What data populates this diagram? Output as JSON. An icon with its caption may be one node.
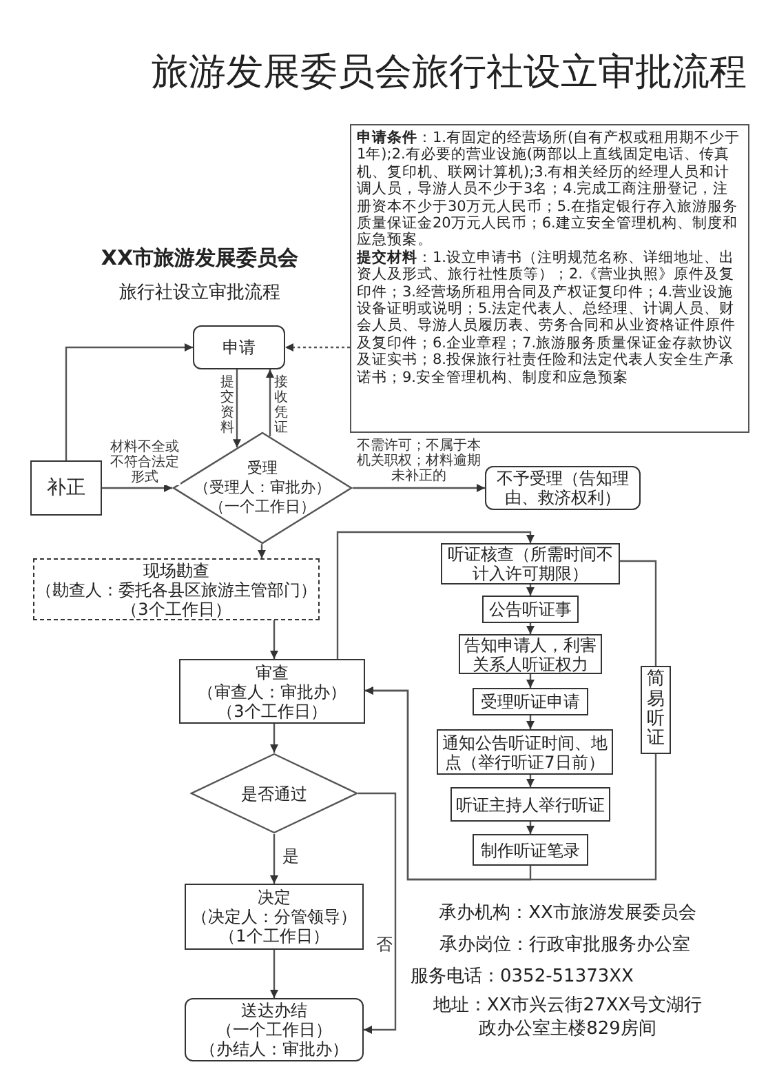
{
  "diagram": {
    "title": "旅游发展委员会旅行社设立审批流程",
    "nodes": [
      {
        "text": [
          "申请"
        ]
      },
      {
        "text": [
          "**申请条件**：1.有固定的经营场所(自有产权或租用期不少于1年);2.有必要的营业设施(两部以上直线固定电话、传真机、复印机、联网计算机);3.有相关经历的经理人员和计调人员，导游人员不少于3名；4.完成工商注册登记，注册资本不少于30万元人民币；5.在指定银行存入旅游服务质量保证金20万元人民币；6.建立安全管理机构、制度和应急预案。",
          "**提交材料**：1.设立申请书（注明规范名称、详细地址、出资人及形式、旅行社性质等）；2.《营业执照》原件及复印件；3.经营场所租用合同及产权证复印件；4.营业设施设备证明或说明；5.法定代表人、总经理、计调人员、财会人员、导游人员履历表、劳务合同和从业资格证件原件及复印件；6.企业章程；7.旅游服务质量保证金存款协议及证实书；8.投保旅行社责任险和法定代表人安全生产承诺书；9.安全管理机构、制度和应急预案"
        ]
      },
      {
        "text": [
          "受理",
          "（受理人：审批办）",
          "（一个工作日）"
        ]
      },
      {
        "text": [
          "补正"
        ]
      },
      {
        "text": [
          "不予受理（告知理由、救济权利）"
        ]
      },
      {
        "text": [
          "现场勘查",
          "（勘查人：委托各县区旅游主管部门）",
          "（3个工作日）"
        ]
      },
      {
        "text": [
          "审查",
          "（审查人：审批办）",
          "（3个工作日）"
        ]
      },
      {
        "text": [
          "是否通过"
        ]
      },
      {
        "text": [
          "决定",
          "（决定人：分管领导）",
          "（1个工作日）"
        ]
      },
      {
        "text": [
          "送达办结",
          "（一个工作日）",
          "（办结人：审批办）"
        ]
      },
      {
        "text": [
          "听证核查（所需时间不计入许可期限）"
        ]
      },
      {
        "text": [
          "公告听证事"
        ]
      },
      {
        "text": [
          "告知申请人，利害关系人听证权力"
        ]
      },
      {
        "text": [
          "受理听证申请"
        ]
      },
      {
        "text": [
          "通知公告听证时间、地点（举行听证7日前）"
        ]
      },
      {
        "text": [
          "听证主持人举行听证"
        ]
      },
      {
        "text": [
          "制作听证笔录"
        ]
      },
      {
        "text": [
          "简易听证"
        ]
      }
    ],
    "edges": [
      {
        "from": 1,
        "to": 0,
        "arrow": "to",
        "style": "dashed"
      },
      {
        "from": 0,
        "to": 2,
        "arrow": "to",
        "label": "提交资料"
      },
      {
        "from": 2,
        "to": 0,
        "arrow": "to",
        "label": "接收凭证"
      },
      {
        "from": 3,
        "to": 2,
        "arrow": "to",
        "label": "材料不全或不符合法定形式"
      },
      {
        "from": 3,
        "to": 0,
        "arrow": "to"
      },
      {
        "from": 2,
        "to": 4,
        "arrow": "to",
        "label": "不需许可；不属于本机关职权；材料逾期未补正的"
      },
      {
        "from": 2,
        "to": 5,
        "arrow": "to"
      },
      {
        "from": 5,
        "to": 6,
        "arrow": "to"
      },
      {
        "from": 6,
        "to": 10,
        "arrow": "to"
      },
      {
        "from": 10,
        "to": 11,
        "arrow": "to"
      },
      {
        "from": 11,
        "to": 12,
        "arrow": "to"
      },
      {
        "from": 12,
        "to": 13,
        "arrow": "to"
      },
      {
        "from": 13,
        "to": 14,
        "arrow": "to"
      },
      {
        "from": 14,
        "to": 15,
        "arrow": "to"
      },
      {
        "from": 15,
        "to": 16,
        "arrow": "to"
      },
      {
        "from": 10,
        "to": 17,
        "arrow": "none"
      },
      {
        "from": 17,
        "to": 6,
        "arrow": "to"
      },
      {
        "from": 16,
        "to": 6,
        "arrow": "to"
      },
      {
        "from": 6,
        "to": 7,
        "arrow": "to"
      },
      {
        "from": 7,
        "to": 8,
        "arrow": "to",
        "label": "是"
      },
      {
        "from": 7,
        "to": 9,
        "arrow": "to",
        "label": "否"
      },
      {
        "from": 8,
        "to": 9,
        "arrow": "to"
      }
    ],
    "labels": [
      "XX市旅游发展委员会",
      "旅行社设立审批流程",
      "承办机构：XX市旅游发展委员会",
      "承办岗位：行政审批服务办公室",
      "服务电话：0352-51373XX",
      "地址：XX市兴云街27XX号文湖行政办公室主楼829房间"
    ]
  }
}
